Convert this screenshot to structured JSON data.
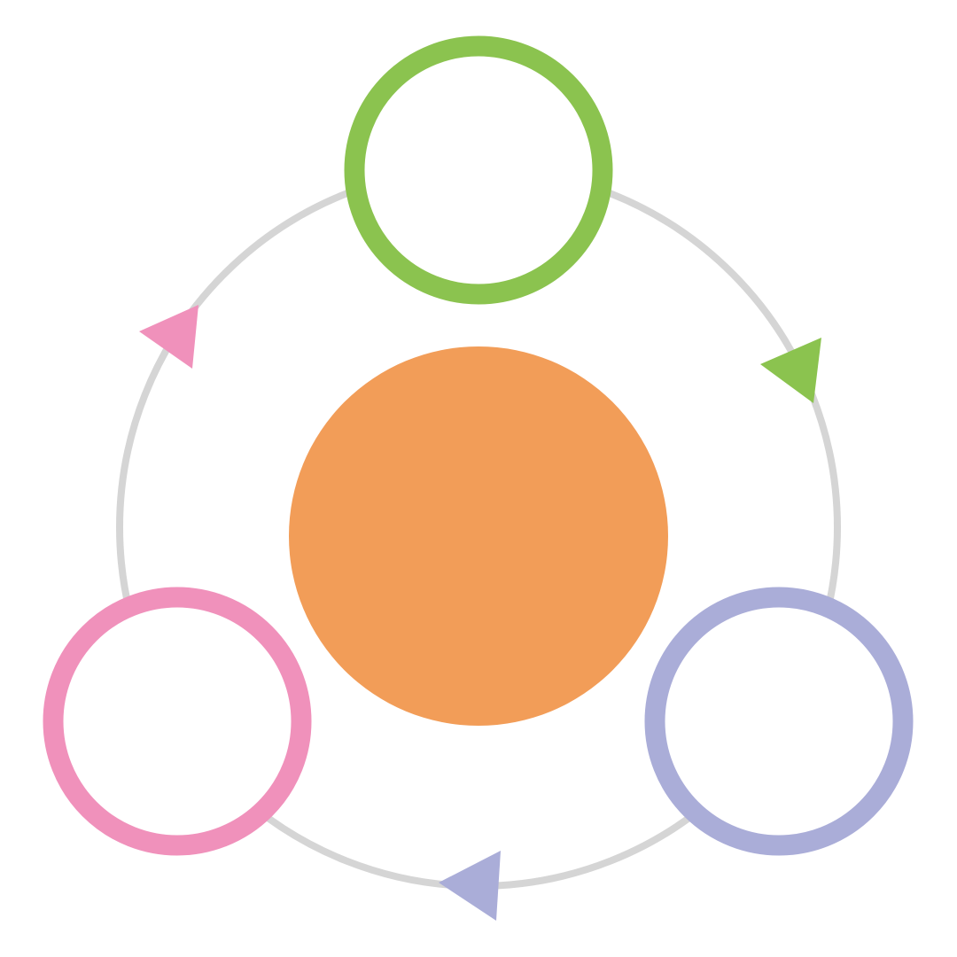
{
  "diagram": {
    "type": "cycle",
    "direction": "clockwise",
    "center_node": {
      "name": "center-circle",
      "color": "#F29D58",
      "label": ""
    },
    "nodes": [
      {
        "name": "top",
        "ring_color": "#8BC34F",
        "label": ""
      },
      {
        "name": "bottom-right",
        "ring_color": "#AAADD8",
        "label": ""
      },
      {
        "name": "bottom-left",
        "ring_color": "#F091BB",
        "label": ""
      }
    ],
    "arrows": [
      {
        "from": "top",
        "to": "bottom-right",
        "color": "#8BC34F"
      },
      {
        "from": "bottom-right",
        "to": "bottom-left",
        "color": "#AAADD8"
      },
      {
        "from": "bottom-left",
        "to": "top",
        "color": "#F091BB"
      }
    ],
    "ring_path_color": "#D5D5D5",
    "background": "#FFFFFF"
  }
}
